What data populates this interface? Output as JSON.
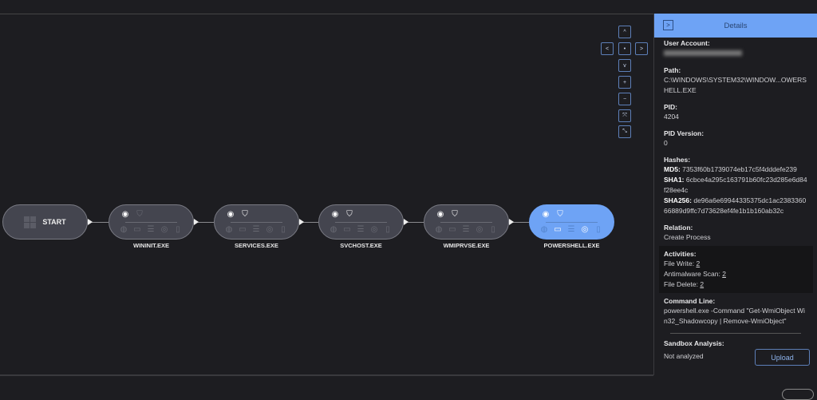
{
  "graph": {
    "start_label": "START",
    "nodes": [
      {
        "label": "WININIT.EXE",
        "active": false,
        "shield_on": false,
        "lit": []
      },
      {
        "label": "SERVICES.EXE",
        "active": false,
        "shield_on": true,
        "lit": []
      },
      {
        "label": "SVCHOST.EXE",
        "active": false,
        "shield_on": true,
        "lit": []
      },
      {
        "label": "WMIPRVSE.EXE",
        "active": false,
        "shield_on": true,
        "lit": []
      },
      {
        "label": "POWERSHELL.EXE",
        "active": true,
        "shield_on": true,
        "lit": [
          "folder",
          "target"
        ]
      }
    ],
    "node_icons": [
      "globe",
      "folder",
      "database",
      "target",
      "file"
    ]
  },
  "controls": {
    "up": "^",
    "left": "<",
    "center": "•",
    "right": ">",
    "down": "v",
    "zoom_in": "+",
    "zoom_out": "−",
    "fit": "⤧",
    "collapse": "⤡"
  },
  "details": {
    "toggle": ">",
    "title": "Details",
    "user_account_label": "User Account",
    "path_label": "Path",
    "path": "C:\\WINDOWS\\SYSTEM32\\WINDOW...OWERSHELL.EXE",
    "pid_label": "PID",
    "pid": "4204",
    "pid_version_label": "PID Version",
    "pid_version": "0",
    "hashes_label": "Hashes",
    "md5_label": "MD5:",
    "md5": "7353f60b1739074eb17c5f4dddefe239",
    "sha1_label": "SHA1:",
    "sha1": "6cbce4a295c163791b60fc23d285e6d84f28ee4c",
    "sha256_label": "SHA256:",
    "sha256": "de96a6e69944335375dc1ac238336066889d9ffc7d73628ef4fe1b1b160ab32c",
    "relation_label": "Relation",
    "relation": "Create Process",
    "activities_label": "Activities",
    "activities": [
      {
        "label": "File Write: ",
        "count": "2"
      },
      {
        "label": "Antimalware Scan: ",
        "count": "2"
      },
      {
        "label": "File Delete: ",
        "count": "2"
      }
    ],
    "command_line_label": "Command Line",
    "command_line": "powershell.exe -Command \"Get-WmiObject Win32_Shadowcopy | Remove-WmiObject\"",
    "sandbox_label": "Sandbox Analysis",
    "sandbox_status": "Not analyzed",
    "upload_label": "Upload",
    "accent": "#6ea3f5"
  }
}
